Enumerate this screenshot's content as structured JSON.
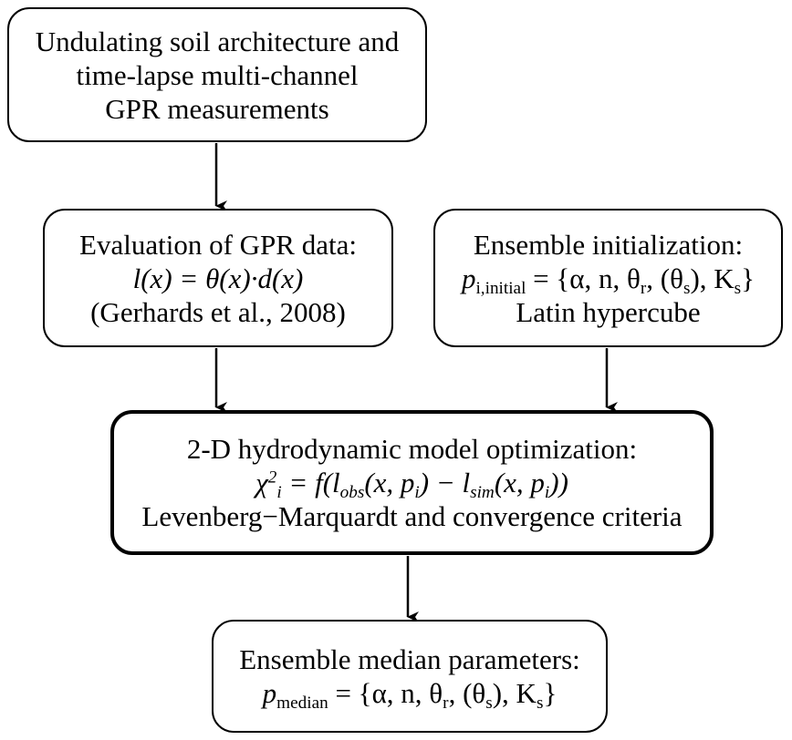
{
  "boxes": {
    "input": {
      "lines": [
        "Undulating soil architecture and",
        "time-lapse multi-channel",
        "GPR measurements"
      ]
    },
    "evaluation": {
      "title": "Evaluation of GPR data:",
      "equation": "l(x) = θ(x)·d(x)",
      "citation": "(Gerhards et al., 2008)"
    },
    "ensemble_init": {
      "title": "Ensemble initialization:",
      "p_symbol": "p",
      "p_subscript": "i,initial",
      "set_text": "= {α, n, θ",
      "theta_r_sub": "r",
      "mid_text": ", (θ",
      "theta_s_sub": "s",
      "end_text": "), K",
      "ks_sub": "s",
      "close_text": "}",
      "method": "Latin hypercube"
    },
    "optimization": {
      "title": "2-D hydrodynamic model optimization:",
      "chi": "χ",
      "chi_sub": "i",
      "chi_sup": "2",
      "equation": " = f(l",
      "obs_sub": "obs",
      "eq_mid": "(x, p",
      "pi_sub": "i",
      "eq_minus": ") − l",
      "sim_sub": "sim",
      "eq_end": "(x, p",
      "pi_sub2": "i",
      "eq_close": "))",
      "criteria": "Levenberg−Marquardt and convergence criteria"
    },
    "output": {
      "title": "Ensemble median parameters:",
      "p_symbol": "p",
      "p_subscript": "median",
      "set_text": " = {α, n, θ",
      "theta_r_sub": "r",
      "mid_text": ", (θ",
      "theta_s_sub": "s",
      "end_text": "), K",
      "ks_sub": "s",
      "close_text": "}"
    }
  }
}
